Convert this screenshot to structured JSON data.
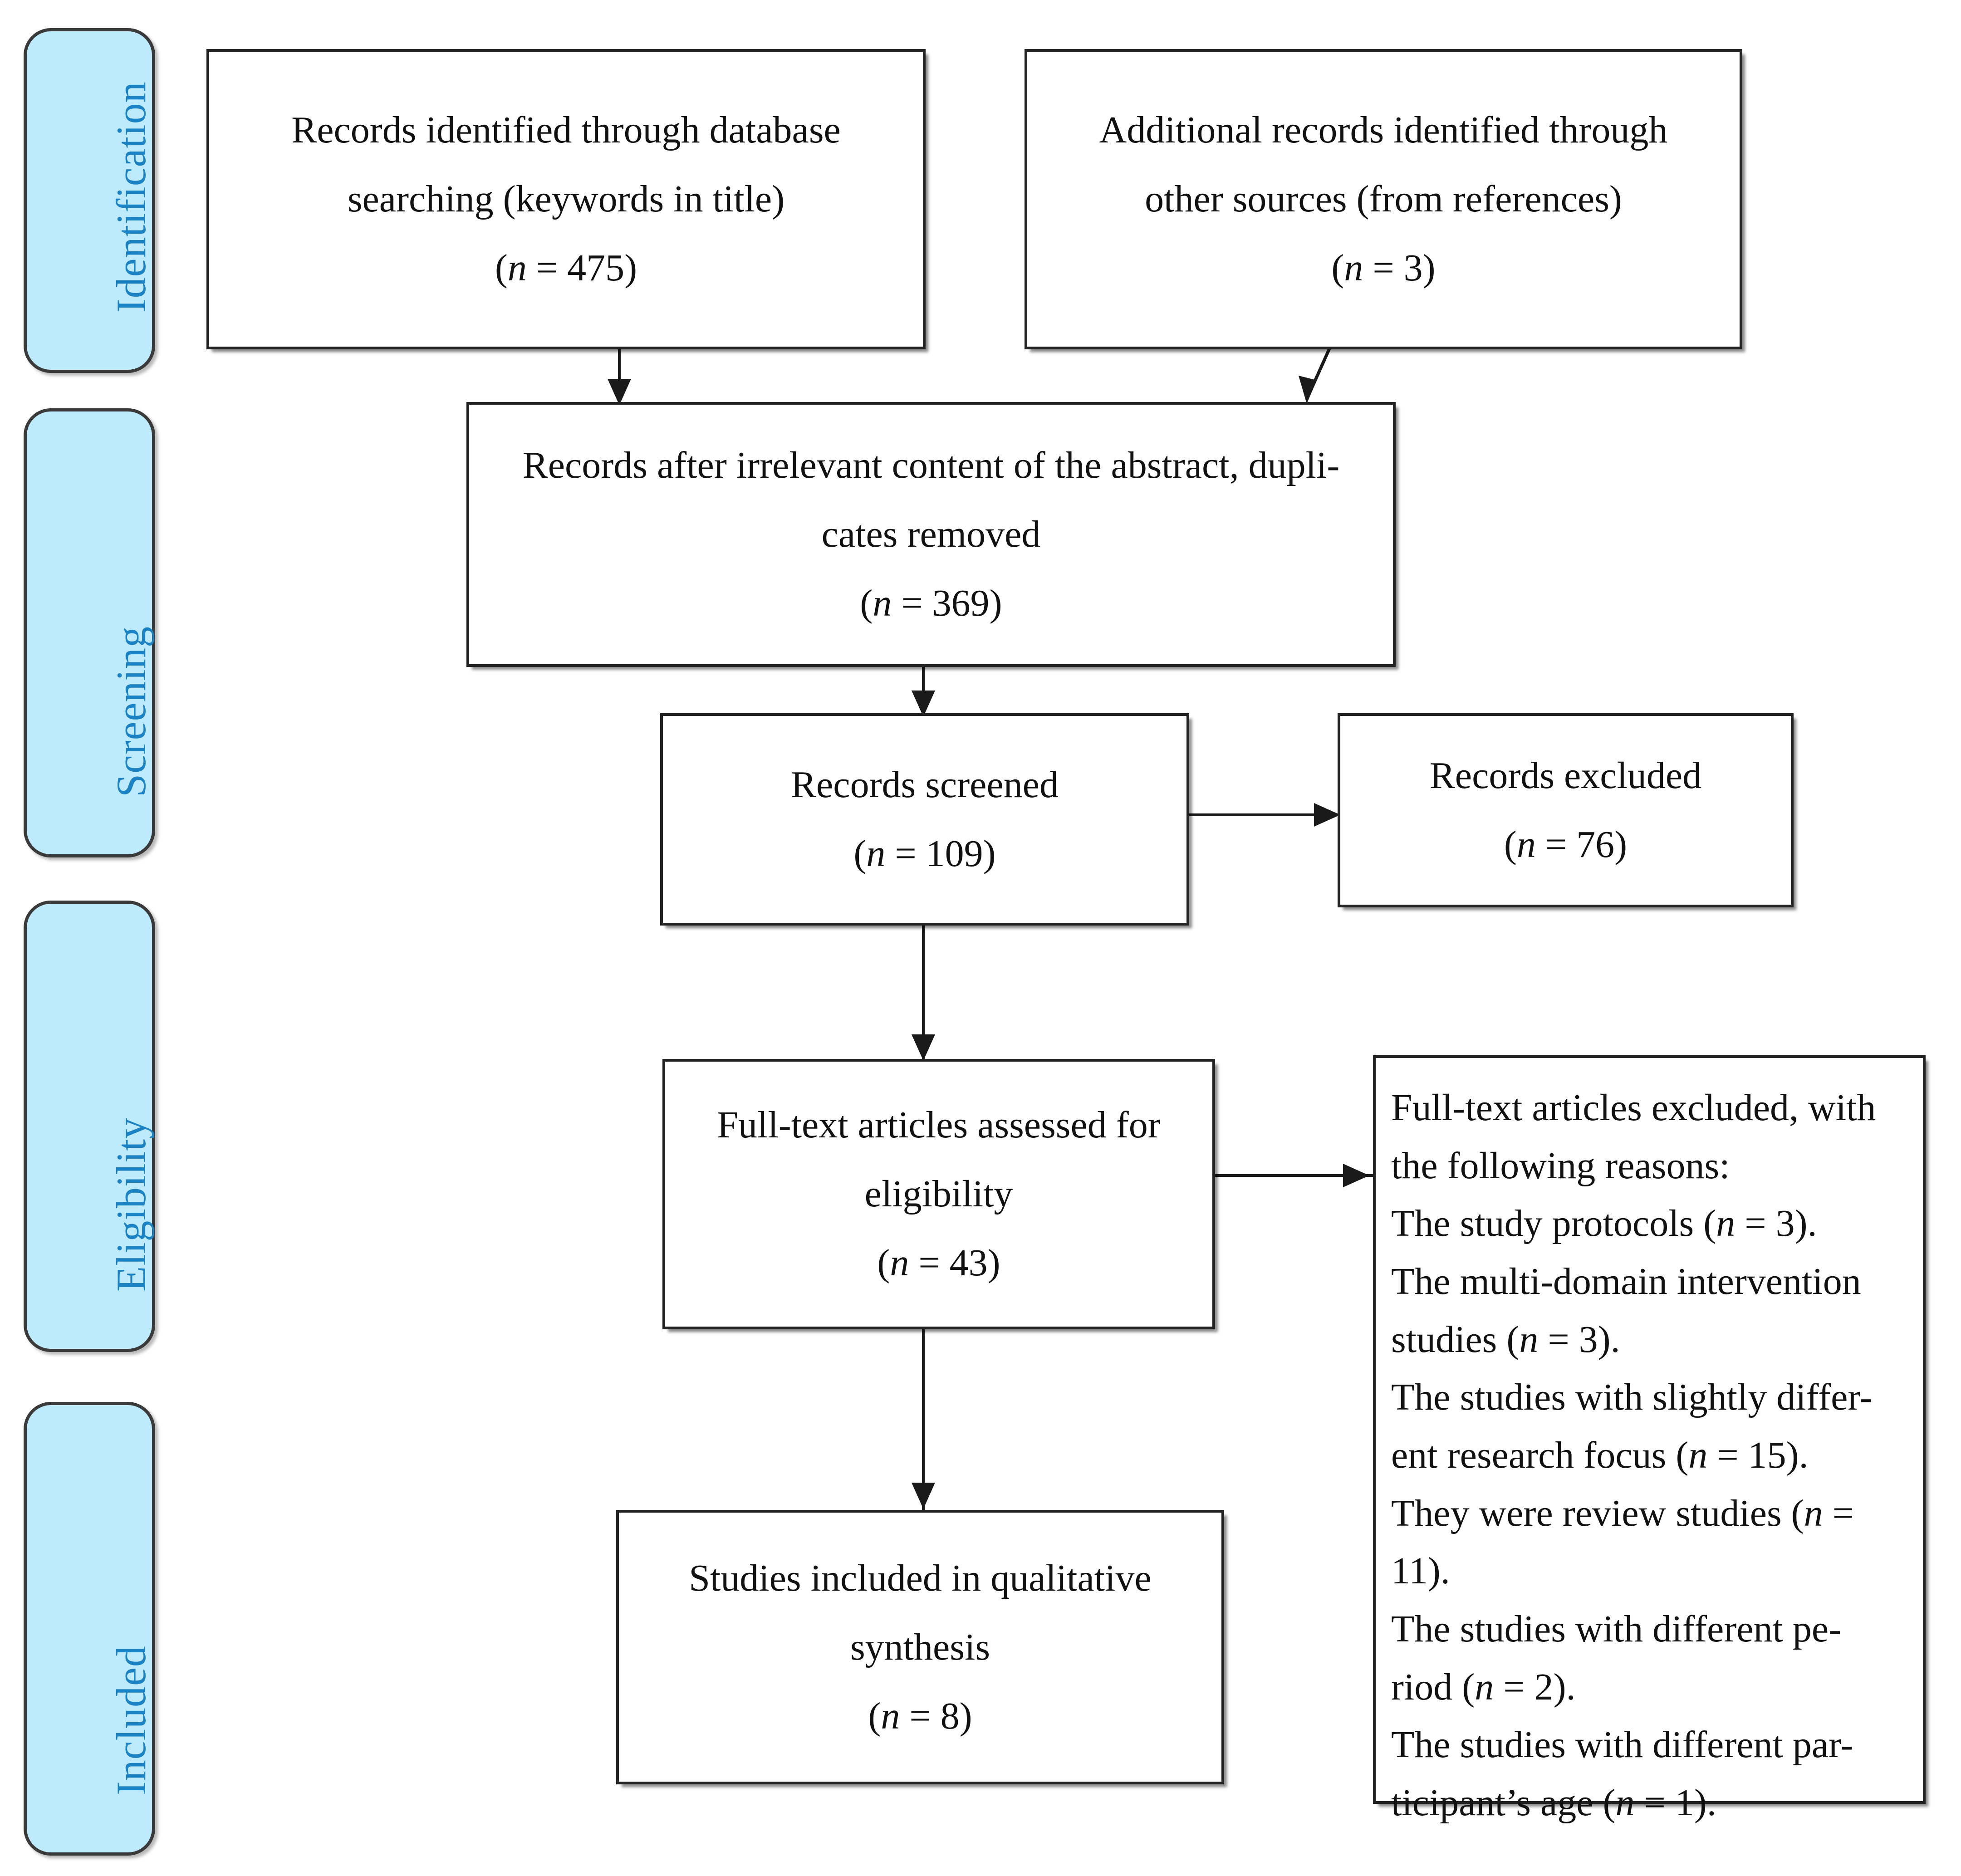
{
  "diagram": {
    "type": "prisma-flow-diagram",
    "accent_blue_fill": "#bdeafc",
    "accent_blue_text": "#1b82c4",
    "box_border": "#232323"
  },
  "stages": [
    {
      "id": "identification",
      "label": "Identification"
    },
    {
      "id": "screening",
      "label": "Screening"
    },
    {
      "id": "eligibility",
      "label": "Eligibility"
    },
    {
      "id": "included",
      "label": "Included"
    }
  ],
  "boxes": {
    "db_search": {
      "id": "records-identified-database",
      "line1": "Records identified through database",
      "line2": "searching (keywords in title)",
      "count_open": "(",
      "count_n": "n",
      "count_eq": " = 475)",
      "n_value": 475
    },
    "other_sources": {
      "id": "additional-records-other-sources",
      "line1": "Additional records identified through",
      "line2": "other sources (from references)",
      "count_open": "(",
      "count_n": "n",
      "count_eq": " = 3)",
      "n_value": 3
    },
    "after_removal": {
      "id": "records-after-duplicates-removed",
      "line1": "Records after irrelevant content of the abstract, dupli-",
      "line2": "cates removed",
      "count_open": "(",
      "count_n": "n",
      "count_eq": " = 369)",
      "n_value": 369
    },
    "screened": {
      "id": "records-screened",
      "line1": "Records screened",
      "count_open": "(",
      "count_n": "n",
      "count_eq": " = 109)",
      "n_value": 109
    },
    "records_excluded": {
      "id": "records-excluded",
      "line1": "Records excluded",
      "count_open": "(",
      "count_n": "n",
      "count_eq": " = 76)",
      "n_value": 76
    },
    "fulltext_assessed": {
      "id": "full-text-articles-assessed",
      "line1": "Full-text articles assessed for",
      "line2": "eligibility",
      "count_open": "(",
      "count_n": "n",
      "count_eq": " = 43)",
      "n_value": 43
    },
    "included_qualitative": {
      "id": "studies-included-qualitative-synthesis",
      "line1": "Studies included in qualitative",
      "line2": "synthesis",
      "count_open": "(",
      "count_n": "n",
      "count_eq": " = 8)",
      "n_value": 8
    },
    "fulltext_excluded": {
      "id": "full-text-articles-excluded-reasons",
      "lines": [
        {
          "pre": "Full-text articles excluded, with",
          "ital": "",
          "post": ""
        },
        {
          "pre": "the following reasons:",
          "ital": "",
          "post": ""
        },
        {
          "pre": "The study protocols (",
          "ital": "n",
          "post": " = 3)."
        },
        {
          "pre": "The multi-domain intervention",
          "ital": "",
          "post": ""
        },
        {
          "pre": "studies (",
          "ital": "n",
          "post": " = 3)."
        },
        {
          "pre": "The studies with slightly differ-",
          "ital": "",
          "post": ""
        },
        {
          "pre": "ent research focus (",
          "ital": "n",
          "post": " = 15)."
        },
        {
          "pre": "They were review studies (",
          "ital": "n",
          "post": " ="
        },
        {
          "pre": "11).",
          "ital": "",
          "post": ""
        },
        {
          "pre": "The studies with different pe-",
          "ital": "",
          "post": ""
        },
        {
          "pre": "riod (",
          "ital": "n",
          "post": " = 2)."
        },
        {
          "pre": "The studies with different par-",
          "ital": "",
          "post": ""
        },
        {
          "pre": "ticipant’s age (",
          "ital": "n",
          "post": " = 1)."
        }
      ],
      "reason_counts": {
        "study_protocols": 3,
        "multi_domain_intervention_studies": 3,
        "slightly_different_research_focus": 15,
        "review_studies": 11,
        "different_period": 2,
        "different_participants_age": 1
      }
    }
  }
}
